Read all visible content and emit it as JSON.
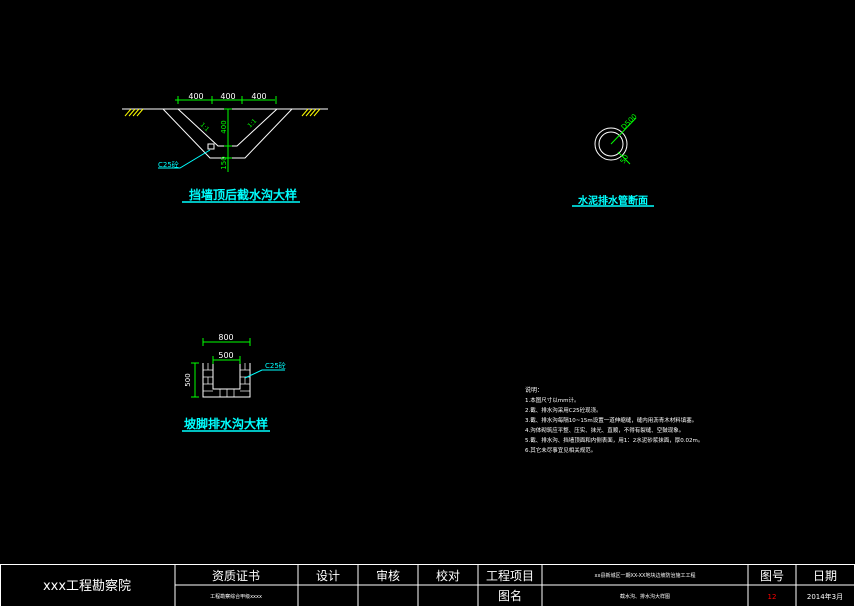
{
  "drawings": {
    "ditch_top": {
      "title": "挡墙顶后截水沟大样",
      "dims_top": [
        "400",
        "400",
        "400"
      ],
      "dim_depth": "400",
      "dim_base": "150",
      "slope_left": "1:1",
      "slope_right": "1:1",
      "material": "C25砼"
    },
    "pipe": {
      "title": "水泥排水管断面",
      "dim_diameter": "D500",
      "dim_thickness": "50"
    },
    "ditch_toe": {
      "title": "坡脚排水沟大样",
      "dim_outer": "800",
      "dim_inner": "500",
      "dim_height": "500",
      "material": "C25砼"
    }
  },
  "notes": {
    "heading": "说明：",
    "items": [
      "1.本图尺寸以mm计。",
      "2.截、排水沟采用C25砼现浇。",
      "3.截、排水沟每隔10~15m设置一道伸缩缝，缝内用沥青木材料填塞。",
      "4.沟体砌筑应平整、压实、抹光、直顺，不得有裂缝、空鼓现象。",
      "5.截、排水沟、挡墙顶面和内侧表面，用1：2水泥砂浆抹面，厚0.02m。",
      "6.其它未尽事宜见相关规范。"
    ]
  },
  "title_block": {
    "company": "xxx工程勘察院",
    "cert_label": "资质证书",
    "cert_value": "工程勘察综合甲级xxxx",
    "design_label": "设计",
    "review_label": "审核",
    "check_label": "校对",
    "project_label": "工程项目",
    "project_value": "xx县新城区一期XX-XX地块边坡防治施工工程",
    "drawing_name_label": "图名",
    "drawing_name_value": "截水沟、排水沟大样图",
    "sheet_label": "图号",
    "sheet_value": "12",
    "date_label": "日期",
    "date_value": "2014年3月"
  },
  "colors": {
    "line": "#ffffff",
    "dimension": "#00ff00",
    "title_text": "#00ffff",
    "hatch": "#ffff00",
    "sheet_number": "#ff0000"
  }
}
